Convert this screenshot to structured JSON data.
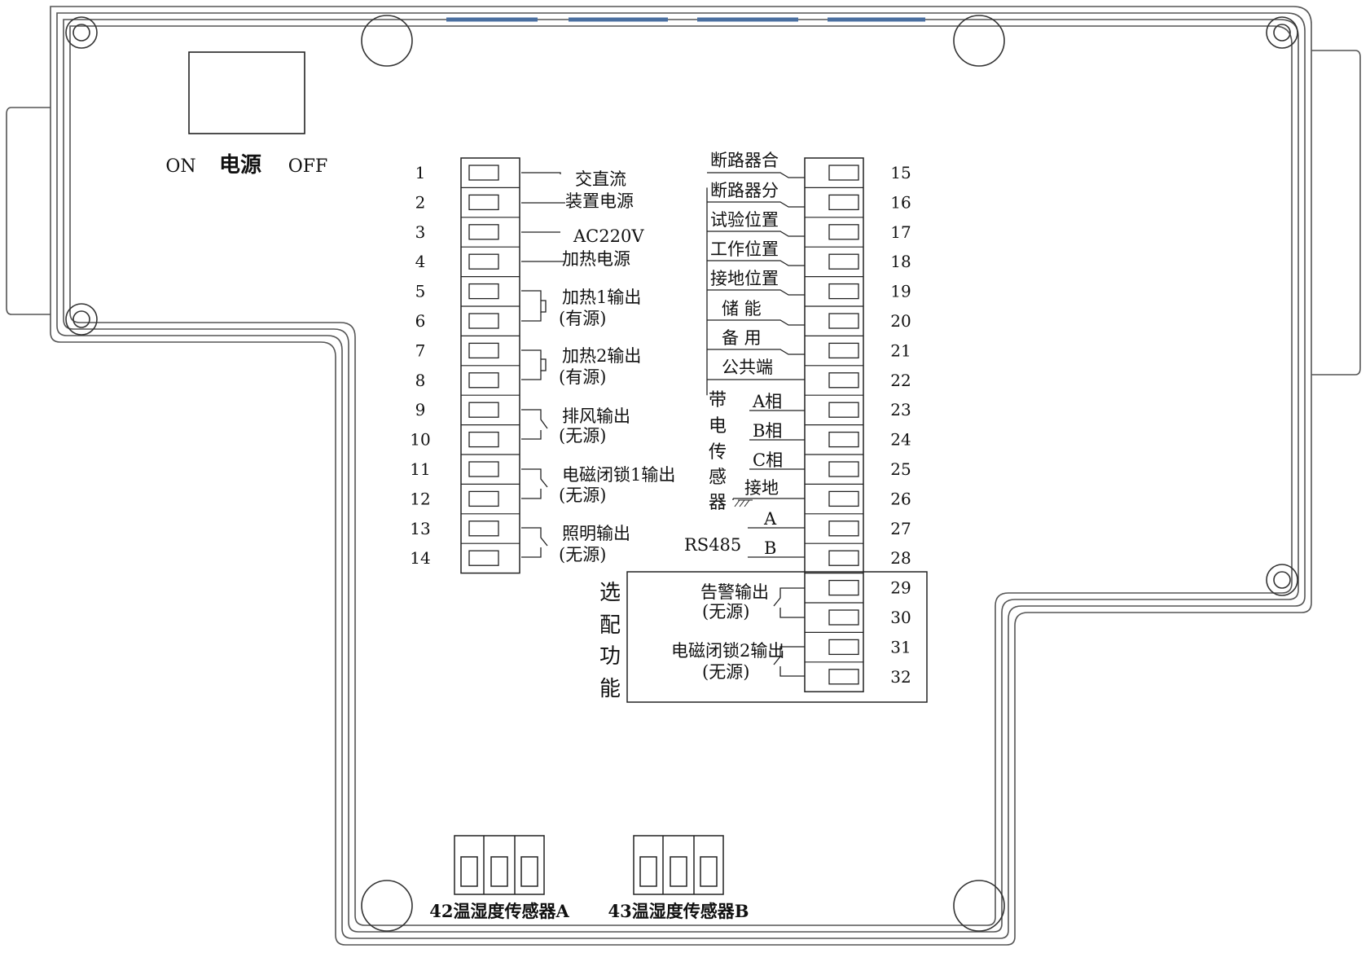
{
  "power_switch": {
    "on_label": "ON",
    "name_label": "电源",
    "off_label": "OFF"
  },
  "left_terminal_numbers": [
    "1",
    "2",
    "3",
    "4",
    "5",
    "6",
    "7",
    "8",
    "9",
    "10",
    "11",
    "12",
    "13",
    "14"
  ],
  "left_labels": {
    "acdc": "交直流",
    "device_power": "装置电源",
    "ac220v": "AC220V",
    "heat_power": "加热电源",
    "heat1_out": "加热1输出",
    "heat1_src": "(有源)",
    "heat2_out": "加热2输出",
    "heat2_src": "(有源)",
    "fan_out": "排风输出",
    "fan_src": "(无源)",
    "lock1_out": "电磁闭锁1输出",
    "lock1_src": "(无源)",
    "light_out": "照明输出",
    "light_src": "(无源)"
  },
  "right_terminal_numbers": [
    "15",
    "16",
    "17",
    "18",
    "19",
    "20",
    "21",
    "22",
    "23",
    "24",
    "25",
    "26",
    "27",
    "28",
    "29",
    "30",
    "31",
    "32"
  ],
  "right_labels": {
    "breaker_close": "断路器合",
    "breaker_open": "断路器分",
    "test_position": "试验位置",
    "work_position": "工作位置",
    "ground_position": "接地位置",
    "energy_storage": "储  能",
    "spare": "备 用",
    "common": "公共端",
    "phase_a": "A相",
    "phase_b": "B相",
    "phase_c": "C相",
    "ground": "接地",
    "rs485": "RS485",
    "rs485_a": "A",
    "rs485_b": "B"
  },
  "live_sensor_chars": [
    "带",
    "电",
    "传",
    "感",
    "器"
  ],
  "optional_chars": [
    "选",
    "配",
    "功",
    "能"
  ],
  "optional_labels": {
    "alarm_out": "告警输出",
    "alarm_src": "(无源)",
    "lock2_out": "电磁闭锁2输出",
    "lock2_src": "(无源)"
  },
  "sensors": {
    "a": "42温湿度传感器A",
    "b": "43温湿度传感器B"
  }
}
